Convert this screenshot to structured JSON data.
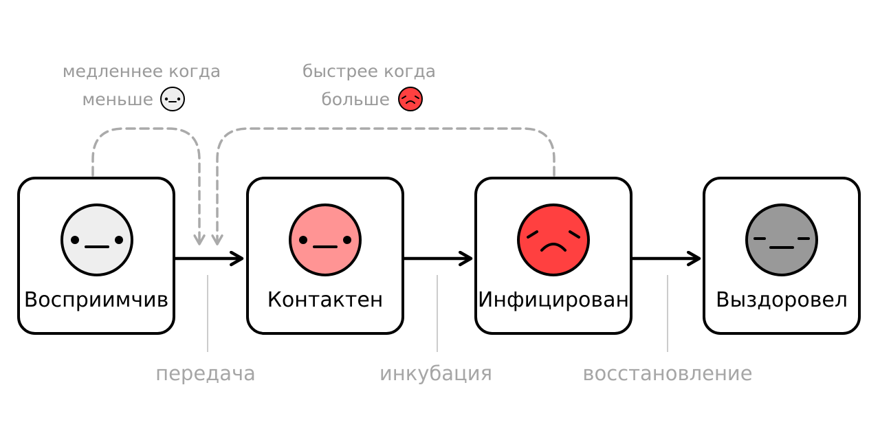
{
  "states": [
    {
      "id": "susceptible",
      "label": "Восприимчив",
      "face": "neutral",
      "color": "#eeeeee"
    },
    {
      "id": "exposed",
      "label": "Контактен",
      "face": "neutral",
      "color": "#ff9494"
    },
    {
      "id": "infected",
      "label": "Инфицирован",
      "face": "sad",
      "color": "#ff4040"
    },
    {
      "id": "recovered",
      "label": "Выздоровел",
      "face": "dashed",
      "color": "#999999"
    }
  ],
  "transitions": [
    {
      "label": "передача"
    },
    {
      "label": "инкубация"
    },
    {
      "label": "восстановление"
    }
  ],
  "notes": {
    "slower": {
      "line1": "медленнее когда",
      "line2": "меньше",
      "face": "neutral",
      "color": "#eeeeee"
    },
    "faster": {
      "line1": "быстрее когда",
      "line2": "больше",
      "face": "sad",
      "color": "#ff4040"
    }
  },
  "colors": {
    "outline": "#000000",
    "dashed_line": "#aaaaaa",
    "divider": "#cccccc",
    "muted_text": "#a6a6a6"
  }
}
